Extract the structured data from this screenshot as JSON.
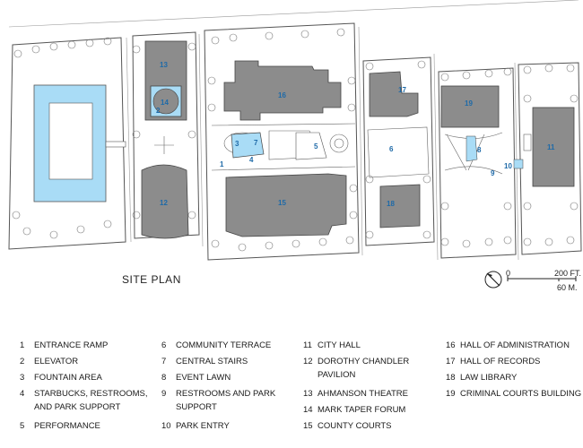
{
  "title": "SITE PLAN",
  "scale": {
    "zero": "0",
    "feet": "200 FT.",
    "meters": "60 M."
  },
  "colors": {
    "building": "#8c8c8c",
    "water": "#a9dcf6",
    "label": "#1e6aa8",
    "line": "#555555"
  },
  "map_labels": [
    "13",
    "14",
    "2",
    "12",
    "16",
    "3",
    "1",
    "4",
    "7",
    "5",
    "15",
    "17",
    "6",
    "18",
    "19",
    "8",
    "9",
    "10",
    "11"
  ],
  "legend": [
    {
      "num": "1",
      "label": "ENTRANCE RAMP"
    },
    {
      "num": "2",
      "label": "ELEVATOR"
    },
    {
      "num": "3",
      "label": "FOUNTAIN AREA"
    },
    {
      "num": "4",
      "label": "STARBUCKS, RESTROOMS, AND PARK SUPPORT"
    },
    {
      "num": "5",
      "label": "PERFORMANCE"
    },
    {
      "num": "6",
      "label": "COMMUNITY TERRACE"
    },
    {
      "num": "7",
      "label": "CENTRAL STAIRS"
    },
    {
      "num": "8",
      "label": "EVENT LAWN"
    },
    {
      "num": "9",
      "label": "RESTROOMS AND PARK SUPPORT"
    },
    {
      "num": "10",
      "label": "PARK ENTRY"
    },
    {
      "num": "11",
      "label": "CITY HALL"
    },
    {
      "num": "12",
      "label": "DOROTHY CHANDLER PAVILION"
    },
    {
      "num": "13",
      "label": "AHMANSON THEATRE"
    },
    {
      "num": "14",
      "label": "MARK TAPER FORUM"
    },
    {
      "num": "15",
      "label": "COUNTY COURTS"
    },
    {
      "num": "16",
      "label": "HALL OF ADMINISTRATION"
    },
    {
      "num": "17",
      "label": "HALL OF RECORDS"
    },
    {
      "num": "18",
      "label": "LAW LIBRARY"
    },
    {
      "num": "19",
      "label": "CRIMINAL COURTS BUILDING"
    }
  ]
}
